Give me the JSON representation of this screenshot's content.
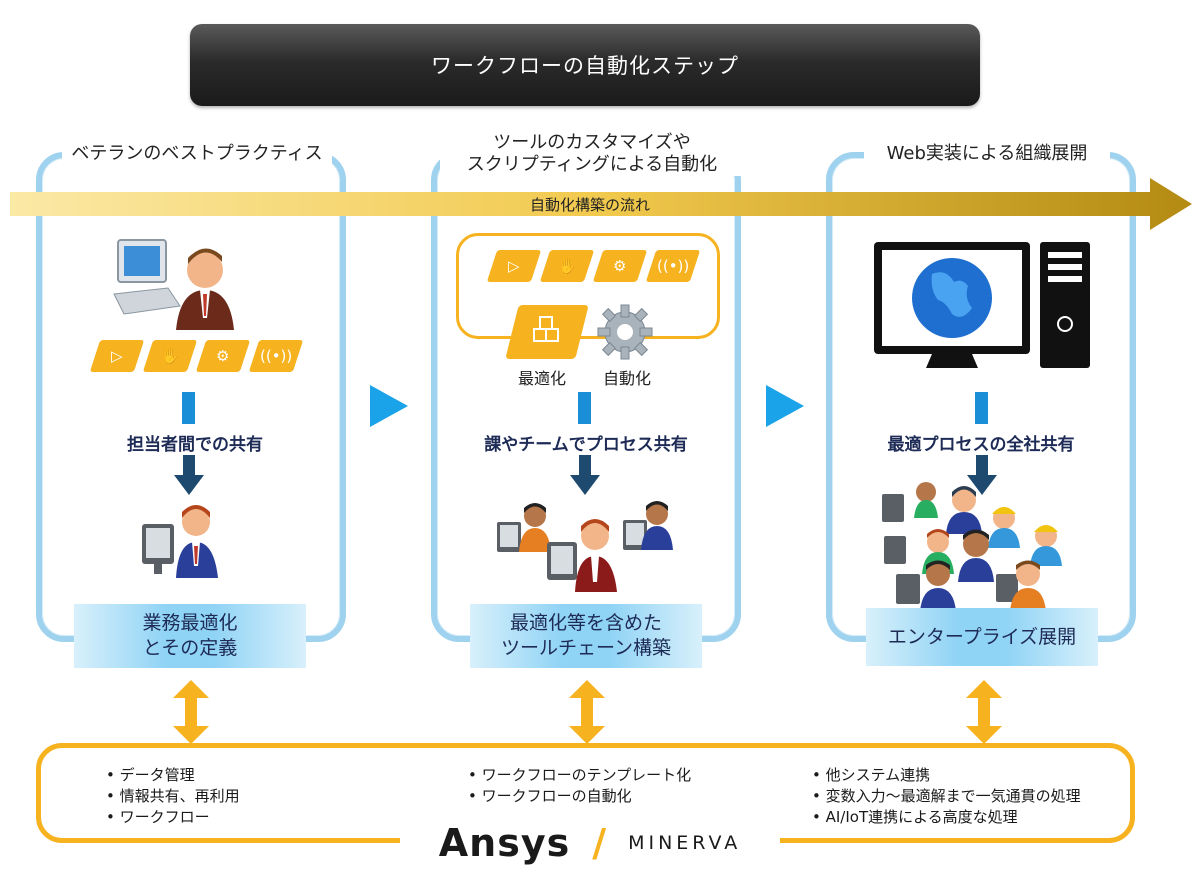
{
  "title": "ワークフローの自動化ステップ",
  "flow_label": "自動化構築の流れ",
  "columns": [
    {
      "heading_lines": [
        "ベテランのベストプラクティス"
      ],
      "share_text": "担当者間での共有",
      "result_lines": [
        "業務最適化",
        "とその定義"
      ],
      "bullets": [
        "データ管理",
        "情報共有、再利用",
        "ワークフロー"
      ]
    },
    {
      "heading_lines": [
        "ツールのカスタマイズや",
        "スクリプティングによる自動化"
      ],
      "share_text": "課やチームでプロセス共有",
      "result_lines": [
        "最適化等を含めた",
        "ツールチェーン構築"
      ],
      "bullets": [
        "ワークフローのテンプレート化",
        "ワークフローの自動化"
      ],
      "optimize_label": "最適化",
      "automate_label": "自動化"
    },
    {
      "heading_lines": [
        "Web実装による組織展開"
      ],
      "share_text": "最適プロセスの全社共有",
      "result_lines": [
        "エンタープライズ展開"
      ],
      "bullets": [
        "他システム連携",
        "変数入力～最適解まで一気通貫の処理",
        "AI/IoT連携による高度な処理"
      ]
    }
  ],
  "logo": {
    "brand": "Ansys",
    "slash": "/",
    "partner": "MINERVA"
  },
  "colors": {
    "panel_border": "#9fd2ee",
    "accent_gold": "#f6b21f",
    "text_navy": "#1d2b56",
    "arrow_blue": "#1a8fd8"
  },
  "icons": [
    "play-tile-icon",
    "hand-tile-icon",
    "gear-tile-icon",
    "signal-tile-icon"
  ]
}
